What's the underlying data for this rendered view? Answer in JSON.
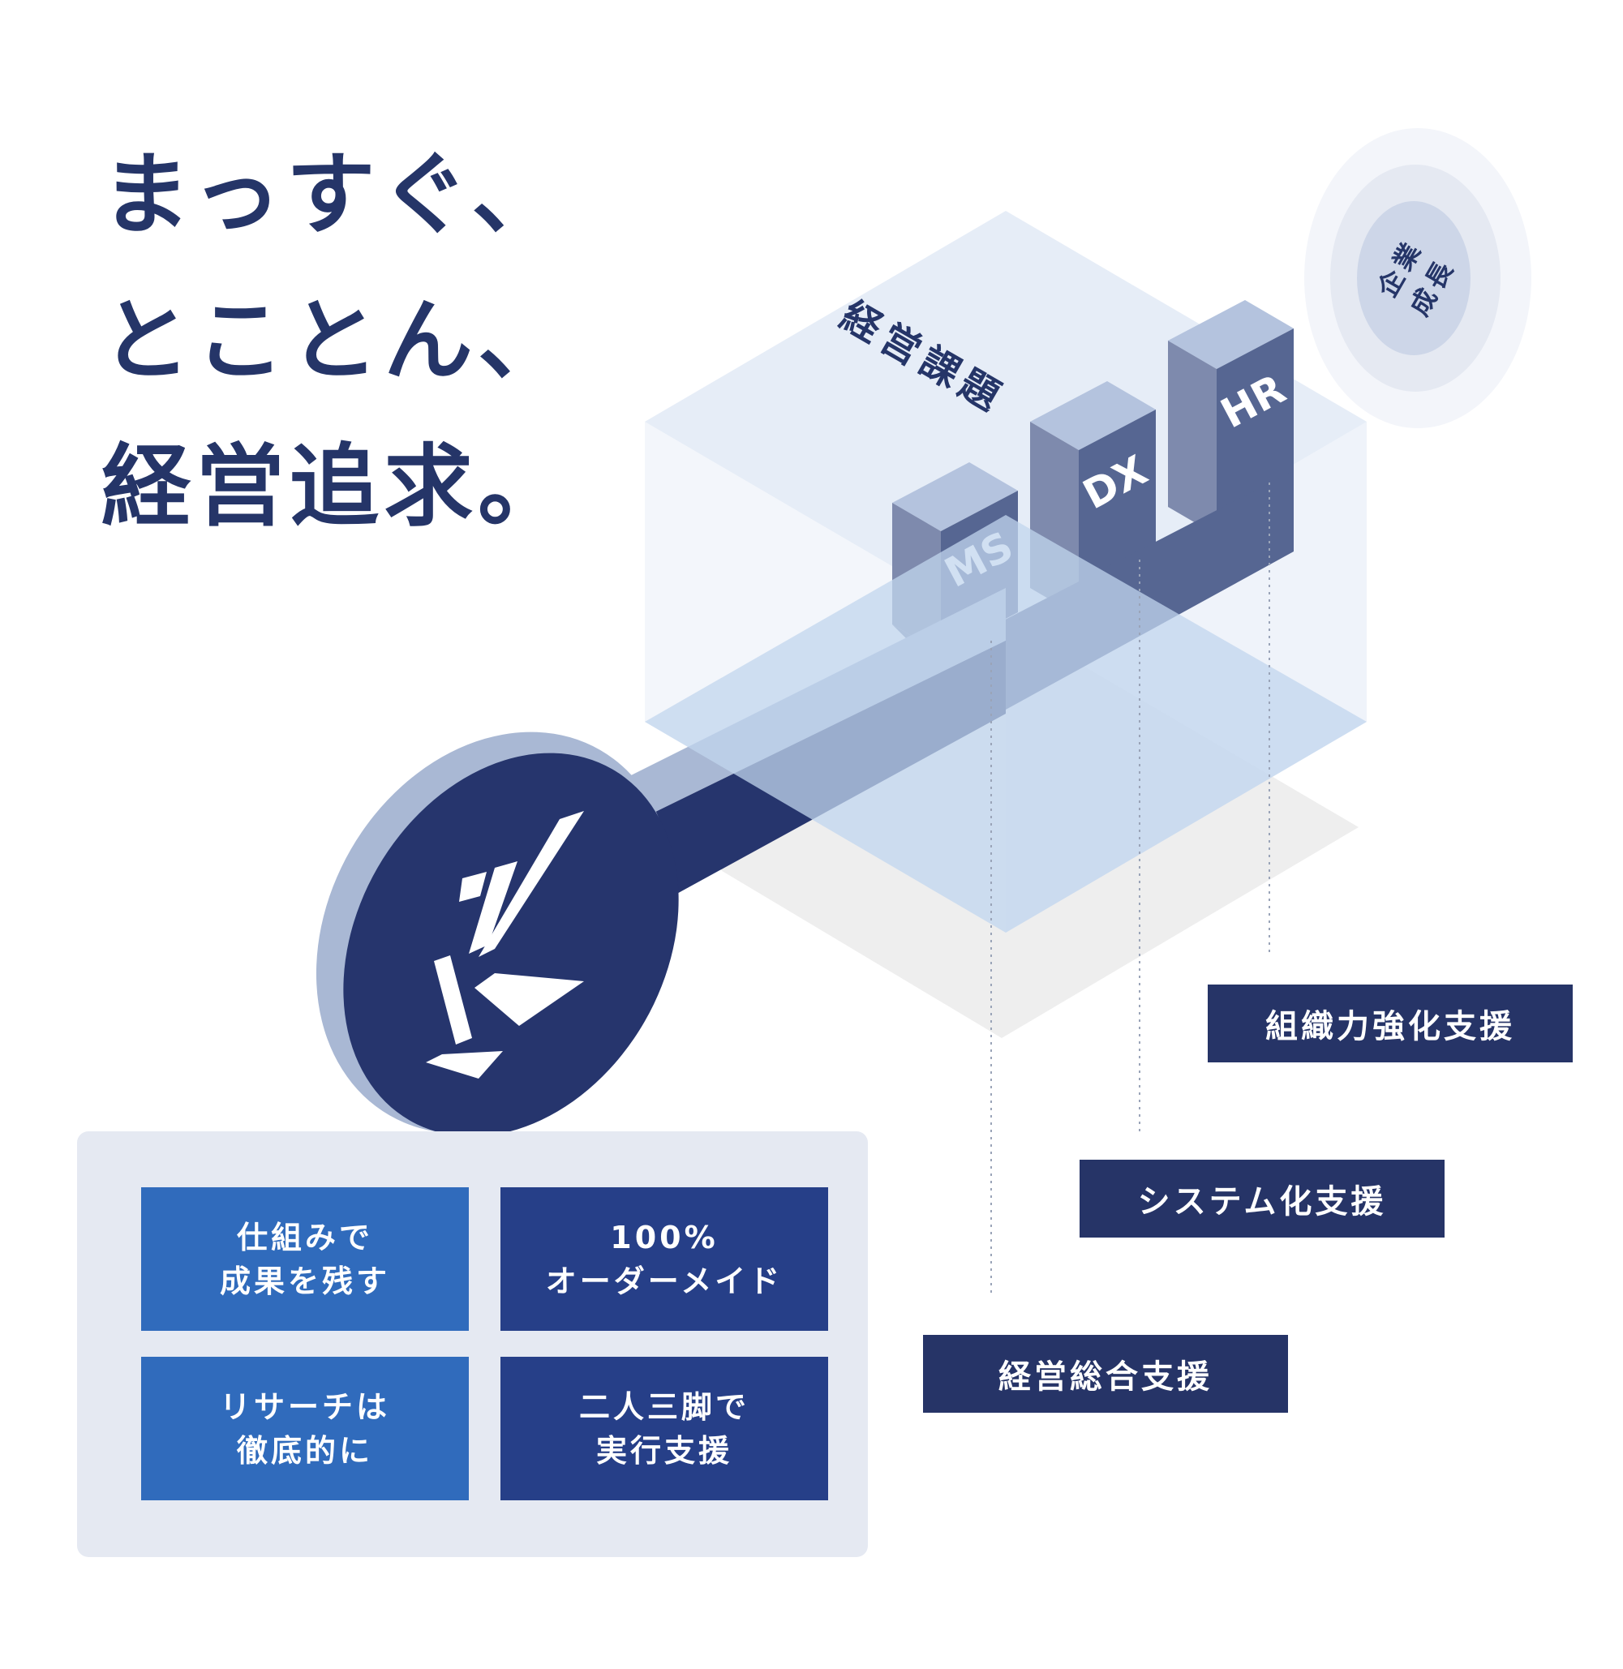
{
  "headline": {
    "lines": [
      "まっすぐ、",
      "とことん、",
      "経営追求。"
    ]
  },
  "diagram": {
    "cube_label": "経営課題",
    "pillars": [
      "MS",
      "DX",
      "HR"
    ],
    "goal_label": [
      "企業",
      "成長"
    ]
  },
  "features": [
    {
      "text": "仕組みで\n成果を残す"
    },
    {
      "text": "100%\nオーダーメイド"
    },
    {
      "text": "リサーチは\n徹底的に"
    },
    {
      "text": "二人三脚で\n実行支援"
    }
  ],
  "services": [
    "組織力強化支援",
    "システム化支援",
    "経営総合支援"
  ],
  "colors": {
    "navy": "#253568",
    "bright_blue": "#306bbc",
    "royal_blue": "#263f88",
    "panel": "#e5e9f2",
    "light_blue": "#c8d9ef"
  }
}
